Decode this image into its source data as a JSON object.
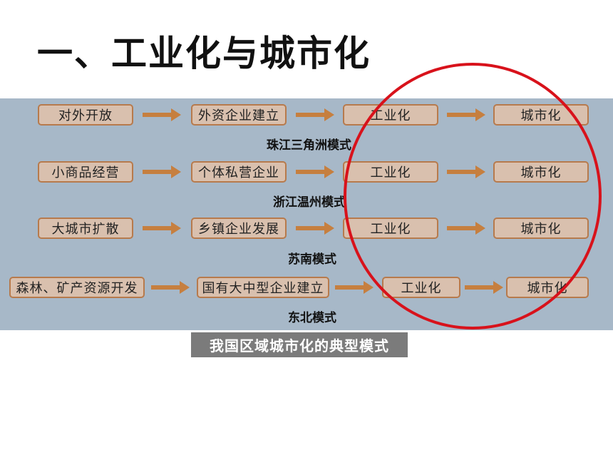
{
  "title": "一、工业化与城市化",
  "caption": "我国区域城市化的典型模式",
  "colors": {
    "panel": "#a7b8c8",
    "node_fill": "#d9c0ae",
    "node_border": "#b77a4c",
    "arrow": "#c67f3f",
    "circle": "#d8121b"
  },
  "rows": [
    {
      "mode": "珠江三角洲模式",
      "steps": [
        "对外开放",
        "外资企业建立",
        "工业化",
        "城市化"
      ]
    },
    {
      "mode": "浙江温州模式",
      "steps": [
        "小商品经营",
        "个体私营企业",
        "工业化",
        "城市化"
      ]
    },
    {
      "mode": "苏南模式",
      "steps": [
        "大城市扩散",
        "乡镇企业发展",
        "工业化",
        "城市化"
      ]
    },
    {
      "mode": "东北模式",
      "steps": [
        "森林、矿产资源开发",
        "国有大中型企业建立",
        "工业化",
        "城市化"
      ]
    }
  ]
}
